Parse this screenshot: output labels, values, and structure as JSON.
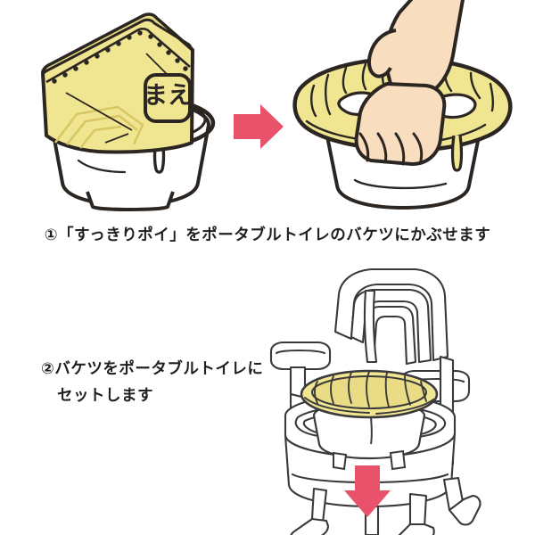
{
  "document": {
    "type": "product-instruction-illustration",
    "language": "ja",
    "background_color": "#ffffff"
  },
  "palette": {
    "ink": "#231f20",
    "bag_yellow": "#f0e691",
    "bag_yellow_shadow": "#e4d46f",
    "bag_outline": "#2b2622",
    "arrow_red": "#e8536b",
    "skin": "#f9ddbf",
    "skin_outline": "#2b2622",
    "chair_line": "#3a3a3c",
    "bucket_white": "#ffffff"
  },
  "steps": [
    {
      "number": "①",
      "caption": "①「すっきりポイ」をポータブルトイレのバケツにかぶせます",
      "illustrations": [
        {
          "name": "bag-on-bucket",
          "alt": "黄色の「すっきりポイ」袋をバケツの上に置いた図",
          "bag_label": "まえ"
        },
        {
          "name": "hand-fitting-bag",
          "alt": "手で袋をバケツにかぶせている図"
        }
      ],
      "connector": {
        "name": "right-arrow",
        "direction": "right",
        "color": "#e8536b"
      }
    },
    {
      "number": "②",
      "caption_line1": "②バケツをポータブルトイレに",
      "caption_line2": "セットします",
      "illustrations": [
        {
          "name": "bucket-into-portable-toilet",
          "alt": "バケツをポータブルトイレ本体にセットする図"
        }
      ],
      "connector": {
        "name": "down-arrow",
        "direction": "down",
        "color": "#e8536b"
      }
    }
  ],
  "labels": {
    "bag_front_mark": "まえ"
  }
}
